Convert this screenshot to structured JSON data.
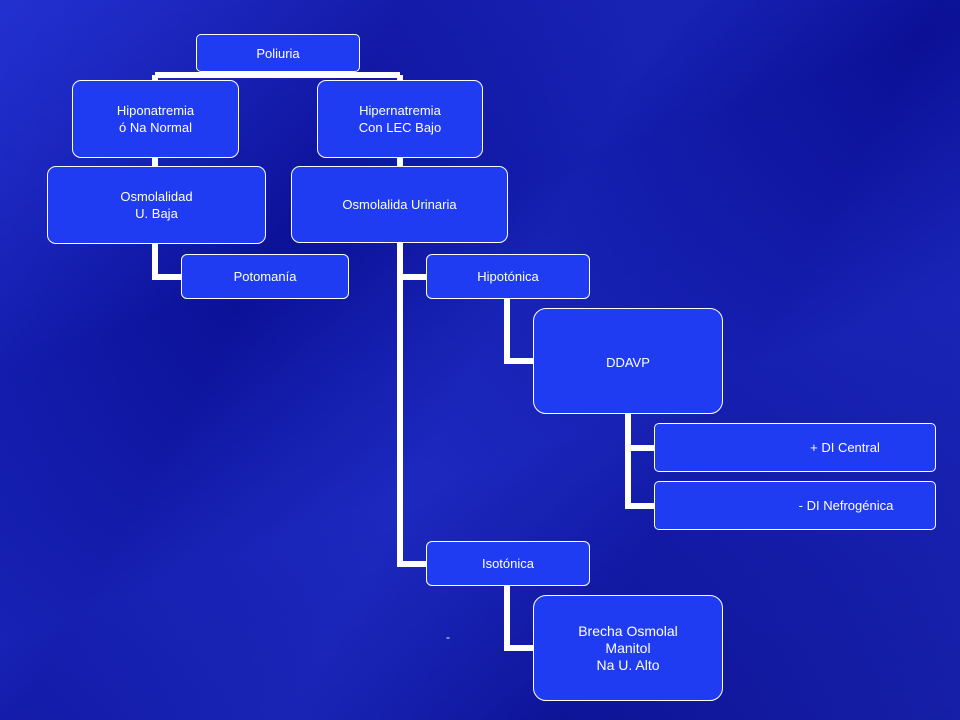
{
  "diagram": {
    "root": "Poliuria",
    "hiponatremia": "Hiponatremia\nó Na Normal",
    "osmolalidad_baja": "Osmolalidad\nU. Baja",
    "potomania": "Potomanía",
    "hipernatremia": "Hipernatremia\nCon LEC Bajo",
    "osmolalida_urinaria": "Osmolalida Urinaria",
    "hipotonica": "Hipotónica",
    "ddavp": "DDAVP",
    "di_central": "+ DI Central",
    "di_nefrogenica": "- DI Nefrogénica",
    "isotonica": "Isotónica",
    "brecha_osmolal": "Brecha Osmolal\nManitol\nNa U. Alto",
    "stray_mark": "-"
  },
  "colors": {
    "node_fill": "#1f3cf2",
    "node_border": "#ffffff",
    "connector": "#ffffff",
    "background": "#0a0d8a"
  }
}
